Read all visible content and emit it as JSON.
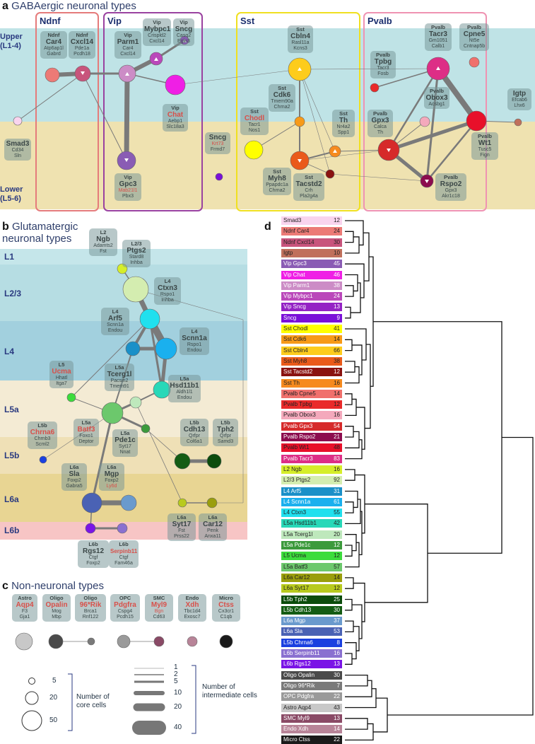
{
  "panels": {
    "a": {
      "letter": "a",
      "title": "GABAergic neuronal types",
      "bands": {
        "upper": "Upper\n(L1-4)",
        "lower": "Lower\n(L5-6)"
      },
      "groups": [
        "Ndnf",
        "Vip",
        "Sst",
        "Pvalb"
      ]
    },
    "b": {
      "letter": "b",
      "title": "Glutamatergic\nneuronal types",
      "layers": [
        "L1",
        "L2/3",
        "L4",
        "L5a",
        "L5b",
        "L6a",
        "L6b"
      ]
    },
    "c": {
      "letter": "c",
      "title": "Non-neuronal types"
    },
    "d": {
      "letter": "d"
    }
  },
  "a_labels": [
    {
      "t": "Ndnf",
      "g": "Car4",
      "genes": [
        "Atp6ap1l",
        "Gabrd"
      ]
    },
    {
      "t": "Ndnf",
      "g": "Cxcl14",
      "genes": [
        "Pde1a",
        "Pcdh18"
      ]
    },
    {
      "t": "Vip",
      "g": "Parm1",
      "genes": [
        "Car4",
        "Cxcl14"
      ]
    },
    {
      "t": "Vip",
      "g": "Mybpc1",
      "genes": [
        "Crispld2",
        "Cxcl14"
      ]
    },
    {
      "t": "Vip",
      "g": "Sncg",
      "genes": [
        "Casq2",
        "Egln3"
      ]
    },
    {
      "t": "Sst",
      "g": "Cbln4",
      "genes": [
        "Rasl11a",
        "Kcns3"
      ]
    },
    {
      "t": "Pvalb",
      "g": "Tacr3",
      "genes": [
        "Gm1051",
        "Calb1"
      ]
    },
    {
      "t": "Pvalb",
      "g": "Cpne5",
      "genes": [
        "Nt5e",
        "Cntnap5b"
      ]
    },
    {
      "t": "Pvalb",
      "g": "Tpbg",
      "genes": [
        "Tacr3",
        "Fosb"
      ]
    },
    {
      "t": "Vip",
      "g": "Chat",
      "red": true,
      "genes": [
        "Aebp1",
        "Slc18a3"
      ]
    },
    {
      "t": "Sst",
      "g": "Cdk6",
      "genes": [
        "Tmem90a",
        "Chrna2"
      ]
    },
    {
      "t": "Pvalb",
      "g": "Obox3",
      "genes": [
        "Acsbg1"
      ]
    },
    {
      "t": "Sst",
      "g": "Chodl",
      "red": true,
      "genes": [
        "Tacr1",
        "Nos1"
      ]
    },
    {
      "t": "Sst",
      "g": "Th",
      "genes": [
        "Nr4a2",
        "Spp1"
      ]
    },
    {
      "t": "Pvalb",
      "g": "Gpx3",
      "genes": [
        "Calca",
        "Th"
      ]
    },
    {
      "t": "",
      "g": "Igtp",
      "genes": [
        "Efcab6",
        "Lhx6"
      ]
    },
    {
      "t": "",
      "g": "Smad3",
      "genes": [
        "Cd34",
        "Sln"
      ]
    },
    {
      "t": "",
      "g": "Sncg",
      "genes": [
        "Krt73",
        "Frmd7"
      ],
      "redgene": 0
    },
    {
      "t": "Pvalb",
      "g": "Wt1",
      "genes": [
        "Tusc5",
        "Fign"
      ]
    },
    {
      "t": "Vip",
      "g": "Gpc3",
      "genes": [
        "Mab21l1",
        "Pbx3"
      ],
      "redgene": 0
    },
    {
      "t": "Sst",
      "g": "Myh8",
      "genes": [
        "Ppapdc1a",
        "Chrna2"
      ]
    },
    {
      "t": "Sst",
      "g": "Tacstd2",
      "genes": [
        "Crh",
        "Pla2g4a"
      ]
    },
    {
      "t": "Pvalb",
      "g": "Rspo2",
      "genes": [
        "Gpx3",
        "Akr1c18"
      ]
    }
  ],
  "b_labels": [
    {
      "t": "L2",
      "g": "Ngb",
      "genes": [
        "Adamts2",
        "Fst"
      ]
    },
    {
      "t": "L2/3",
      "g": "Ptgs2",
      "genes": [
        "Stard8",
        "Inhba"
      ]
    },
    {
      "t": "L4",
      "g": "Ctxn3",
      "genes": [
        "Rspo1",
        "Inhba"
      ]
    },
    {
      "t": "L4",
      "g": "Arf5",
      "genes": [
        "Scnn1a",
        "Endou"
      ]
    },
    {
      "t": "L4",
      "g": "Scnn1a",
      "genes": [
        "Rspo1",
        "Endou"
      ]
    },
    {
      "t": "L5",
      "g": "Ucma",
      "red": true,
      "genes": [
        "Hhatl",
        "Itga7"
      ]
    },
    {
      "t": "L5a",
      "g": "Tcerg1l",
      "genes": [
        "Pacsin2",
        "Tmem91"
      ]
    },
    {
      "t": "L5a",
      "g": "Hsd11b1",
      "genes": [
        "Aldh1l1",
        "Endou"
      ]
    },
    {
      "t": "L5b",
      "g": "Chrna6",
      "red": true,
      "genes": [
        "Chrnb3",
        "Scml2"
      ]
    },
    {
      "t": "L5a",
      "g": "Batf3",
      "red": true,
      "genes": [
        "Foxo1",
        "Deptor"
      ]
    },
    {
      "t": "L5a",
      "g": "Pde1c",
      "genes": [
        "Syt17",
        "Nnat"
      ]
    },
    {
      "t": "L5b",
      "g": "Cdh13",
      "genes": [
        "Qrfpr",
        "Col6a1"
      ]
    },
    {
      "t": "L5b",
      "g": "Tph2",
      "genes": [
        "Qrfpr",
        "Samd3"
      ]
    },
    {
      "t": "L6a",
      "g": "Sla",
      "genes": [
        "Foxp2",
        "Gabra5"
      ]
    },
    {
      "t": "L6a",
      "g": "Mgp",
      "genes": [
        "Foxp2",
        "Ly6d"
      ],
      "redgene": 1
    },
    {
      "t": "L6a",
      "g": "Syt17",
      "genes": [
        "Fst",
        "Prss22"
      ]
    },
    {
      "t": "L6a",
      "g": "Car12",
      "genes": [
        "Penk",
        "Anxa11"
      ]
    },
    {
      "t": "L6b",
      "g": "Rgs12",
      "genes": [
        "Ctgf",
        "Foxp2"
      ]
    },
    {
      "t": "L6b",
      "g": "Serpinb11",
      "red": true,
      "genes": [
        "Ctgf",
        "Fam46a"
      ]
    }
  ],
  "c_labels": [
    {
      "t": "Astro",
      "g": "Aqp4",
      "genes": [
        "F3",
        "Gja1"
      ]
    },
    {
      "t": "Oligo",
      "g": "Opalin",
      "genes": [
        "Mog",
        "Mbp"
      ]
    },
    {
      "t": "Oligo",
      "g": "96*Rik",
      "genes": [
        "Brca1",
        "Rnf122"
      ]
    },
    {
      "t": "OPC",
      "g": "Pdgfra",
      "genes": [
        "Cspg4",
        "Pcdh15"
      ]
    },
    {
      "t": "SMC",
      "g": "Myl9",
      "genes": [
        "Bgn",
        "Cd63"
      ],
      "redgene": 0
    },
    {
      "t": "Endo",
      "g": "Xdh",
      "genes": [
        "Tbc1d4",
        "Exosc7"
      ]
    },
    {
      "t": "Micro",
      "g": "Ctss",
      "genes": [
        "Cx3cr1",
        "C1qb"
      ]
    }
  ],
  "legend": {
    "core_title": "Number of\ncore cells",
    "core": [
      "5",
      "20",
      "50"
    ],
    "inter_title": "Number of\nintermediate cells",
    "inter": [
      "1",
      "2",
      "5",
      "10",
      "20",
      "40"
    ]
  },
  "dendro": [
    {
      "name": "Smad3",
      "n": "12",
      "color": "#f9d4ee",
      "fg": "#222"
    },
    {
      "name": "Ndnf Car4",
      "n": "24",
      "color": "#ec7a76",
      "fg": "#222"
    },
    {
      "name": "Ndnf Cxcl14",
      "n": "30",
      "color": "#c8547c",
      "fg": "#222"
    },
    {
      "name": "Igtp",
      "n": "10",
      "color": "#c0705c",
      "fg": "#222"
    },
    {
      "name": "Vip Gpc3",
      "n": "45",
      "color": "#8a5cb4",
      "fg": "#fff"
    },
    {
      "name": "Vip Chat",
      "n": "46",
      "color": "#ef1fe5",
      "fg": "#fff"
    },
    {
      "name": "Vip Parm1",
      "n": "38",
      "color": "#cc8cc6",
      "fg": "#fff"
    },
    {
      "name": "Vip Mybpc1",
      "n": "24",
      "color": "#ba48ba",
      "fg": "#fff"
    },
    {
      "name": "Vip Sncg",
      "n": "13",
      "color": "#9422c4",
      "fg": "#fff"
    },
    {
      "name": "Sncg",
      "n": "9",
      "color": "#7a10d8",
      "fg": "#fff"
    },
    {
      "name": "Sst Chodl",
      "n": "41",
      "color": "#ffff00",
      "fg": "#222"
    },
    {
      "name": "Sst Cdk6",
      "n": "14",
      "color": "#f79a18",
      "fg": "#222"
    },
    {
      "name": "Sst Cbln4",
      "n": "66",
      "color": "#fdcc1c",
      "fg": "#222"
    },
    {
      "name": "Sst Myh8",
      "n": "38",
      "color": "#ea5a1a",
      "fg": "#222"
    },
    {
      "name": "Sst Tacstd2",
      "n": "12",
      "color": "#8a1210",
      "fg": "#fff"
    },
    {
      "name": "Sst Th",
      "n": "16",
      "color": "#f68a1e",
      "fg": "#222"
    },
    {
      "name": "Pvalb Cpne5",
      "n": "14",
      "color": "#f0706c",
      "fg": "#222"
    },
    {
      "name": "Pvalb Tpbg",
      "n": "12",
      "color": "#e92a2a",
      "fg": "#222"
    },
    {
      "name": "Pvalb Obox3",
      "n": "16",
      "color": "#f4a9bc",
      "fg": "#222"
    },
    {
      "name": "Pvalb Gpx3",
      "n": "54",
      "color": "#d62a2a",
      "fg": "#fff"
    },
    {
      "name": "Pvalb Rspo2",
      "n": "21",
      "color": "#8c0c4e",
      "fg": "#fff"
    },
    {
      "name": "Pvalb Wt1",
      "n": "48",
      "color": "#e8102a",
      "fg": "#222"
    },
    {
      "name": "Pvalb Tacr3",
      "n": "83",
      "color": "#dd2e86",
      "fg": "#fff"
    },
    {
      "name": "L2 Ngb",
      "n": "16",
      "color": "#d6ee2a",
      "fg": "#222"
    },
    {
      "name": "L2/3 Ptgs2",
      "n": "92",
      "color": "#d4edb0",
      "fg": "#222"
    },
    {
      "name": "L4 Arf5",
      "n": "31",
      "color": "#1a90c8",
      "fg": "#fff"
    },
    {
      "name": "L4 Scnn1a",
      "n": "61",
      "color": "#1ab0ee",
      "fg": "#fff"
    },
    {
      "name": "L4 Ctxn3",
      "n": "55",
      "color": "#20e0ee",
      "fg": "#222"
    },
    {
      "name": "L5a Hsd11b1",
      "n": "42",
      "color": "#28d8b8",
      "fg": "#222"
    },
    {
      "name": "L5a Tcerg1l",
      "n": "20",
      "color": "#bee8bc",
      "fg": "#222"
    },
    {
      "name": "L5a Pde1c",
      "n": "12",
      "color": "#3c9a3c",
      "fg": "#fff"
    },
    {
      "name": "L5 Ucma",
      "n": "12",
      "color": "#3cdc3c",
      "fg": "#222"
    },
    {
      "name": "L5a Batf3",
      "n": "57",
      "color": "#6cc86c",
      "fg": "#222"
    },
    {
      "name": "L6a Car12",
      "n": "14",
      "color": "#9a9e0c",
      "fg": "#222"
    },
    {
      "name": "L6a Syt17",
      "n": "12",
      "color": "#b8ca1e",
      "fg": "#222"
    },
    {
      "name": "L5b Tph2",
      "n": "25",
      "color": "#0c4c0c",
      "fg": "#fff"
    },
    {
      "name": "L5b Cdh13",
      "n": "30",
      "color": "#145c14",
      "fg": "#fff"
    },
    {
      "name": "L6a Mgp",
      "n": "37",
      "color": "#6a9acd",
      "fg": "#fff"
    },
    {
      "name": "L6a Sla",
      "n": "53",
      "color": "#4a62b4",
      "fg": "#fff"
    },
    {
      "name": "L5b Chrna6",
      "n": "8",
      "color": "#1a40e0",
      "fg": "#fff"
    },
    {
      "name": "L6b Serpinb11",
      "n": "16",
      "color": "#8a70d0",
      "fg": "#fff"
    },
    {
      "name": "L6b Rgs12",
      "n": "13",
      "color": "#7a14e6",
      "fg": "#fff"
    },
    {
      "name": "Oligo Opalin",
      "n": "30",
      "color": "#4a4a4a",
      "fg": "#fff"
    },
    {
      "name": "Oligo 96*Rik",
      "n": "7",
      "color": "#7a7a7a",
      "fg": "#fff"
    },
    {
      "name": "OPC Pdgfra",
      "n": "22",
      "color": "#9a9a9a",
      "fg": "#fff"
    },
    {
      "name": "Astro Aqp4",
      "n": "43",
      "color": "#c8c8c8",
      "fg": "#222"
    },
    {
      "name": "SMC Myl9",
      "n": "13",
      "color": "#8a4a66",
      "fg": "#fff"
    },
    {
      "name": "Endo Xdh",
      "n": "14",
      "color": "#b88498",
      "fg": "#fff"
    },
    {
      "name": "Micro Ctss",
      "n": "22",
      "color": "#1a1a1a",
      "fg": "#fff"
    }
  ]
}
